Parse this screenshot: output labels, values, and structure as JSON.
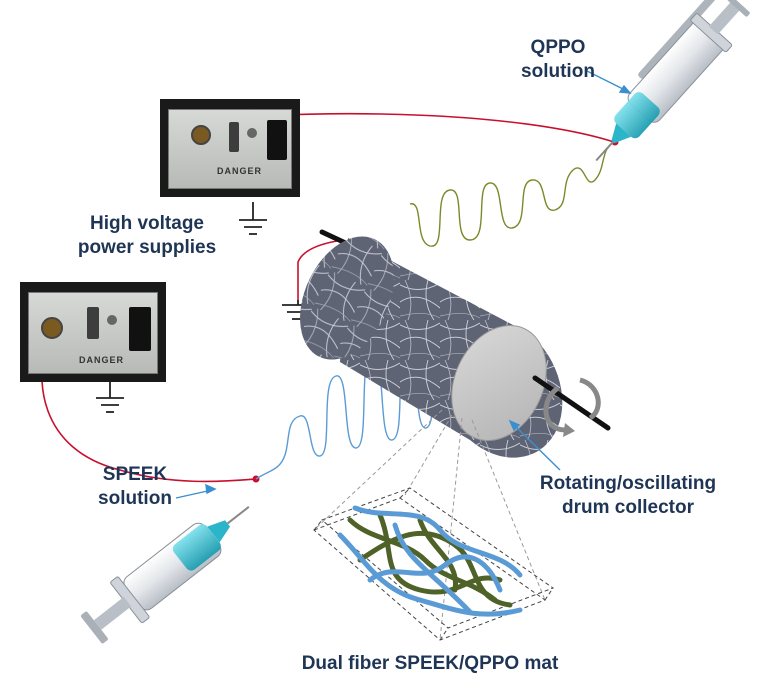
{
  "labels": {
    "qppo_line1": "QPPO",
    "qppo_line2": "solution",
    "hv_line1": "High voltage",
    "hv_line2": "power supplies",
    "speek_line1": "SPEEK",
    "speek_line2": "solution",
    "drum_line1": "Rotating/oscillating",
    "drum_line2": "drum collector",
    "mat_caption": "Dual fiber SPEEK/QPPO mat",
    "danger_upper": "DANGER",
    "danger_lower": "DANGER"
  },
  "colors": {
    "label_text": "#1f3556",
    "wire_red": "#c8102e",
    "qppo_jet": "#7a8a2a",
    "speek_jet": "#5b9bd5",
    "pointer": "#3a8fd0",
    "mat_blue_fiber": "#5b9bd5",
    "mat_green_fiber": "#4f6228",
    "solution_cyan": "#2bb5c8"
  },
  "icons": {
    "ground": "ground-symbol-icon",
    "rotation": "rotation-arrow-icon"
  }
}
